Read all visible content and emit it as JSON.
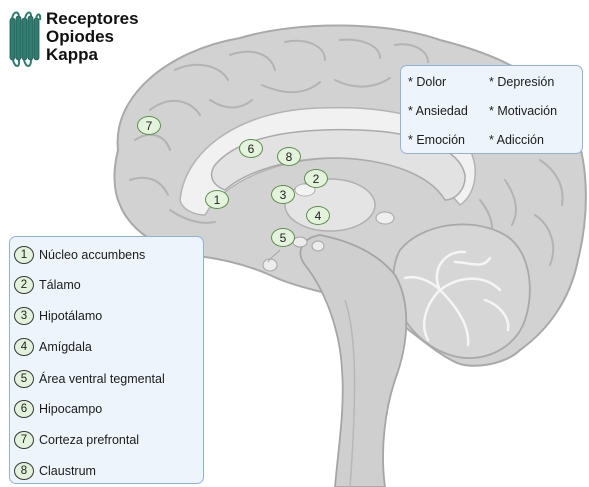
{
  "title": {
    "lines": [
      "Receptores",
      "Opiodes",
      "Kappa"
    ]
  },
  "icon": {
    "name": "kappa-receptor-icon",
    "color": "#2f7c70"
  },
  "effects": {
    "items": [
      "* Dolor",
      "* Depresión",
      "* Ansiedad",
      "* Motivación",
      "* Emoción",
      "* Adicción"
    ]
  },
  "legend": {
    "items": [
      {
        "number": "1",
        "label": "Núcleo accumbens"
      },
      {
        "number": "2",
        "label": "Tálamo"
      },
      {
        "number": "3",
        "label": "Hipotálamo"
      },
      {
        "number": "4",
        "label": "Amígdala"
      },
      {
        "number": "5",
        "label": "Área ventral tegmental"
      },
      {
        "number": "6",
        "label": "Hipocampo"
      },
      {
        "number": "7",
        "label": "Corteza prefrontal"
      },
      {
        "number": "8",
        "label": "Claustrum"
      }
    ]
  },
  "markers": [
    "1",
    "2",
    "3",
    "4",
    "5",
    "6",
    "7",
    "8"
  ],
  "colors": {
    "brain_fill": "#d2d2d2",
    "brain_outline": "#a9a9a9",
    "highlight_fill": "#f1f1f1",
    "box_fill": "#eef4fc",
    "box_border": "#8fb3df",
    "marker_fill": "#e4f3dc"
  }
}
